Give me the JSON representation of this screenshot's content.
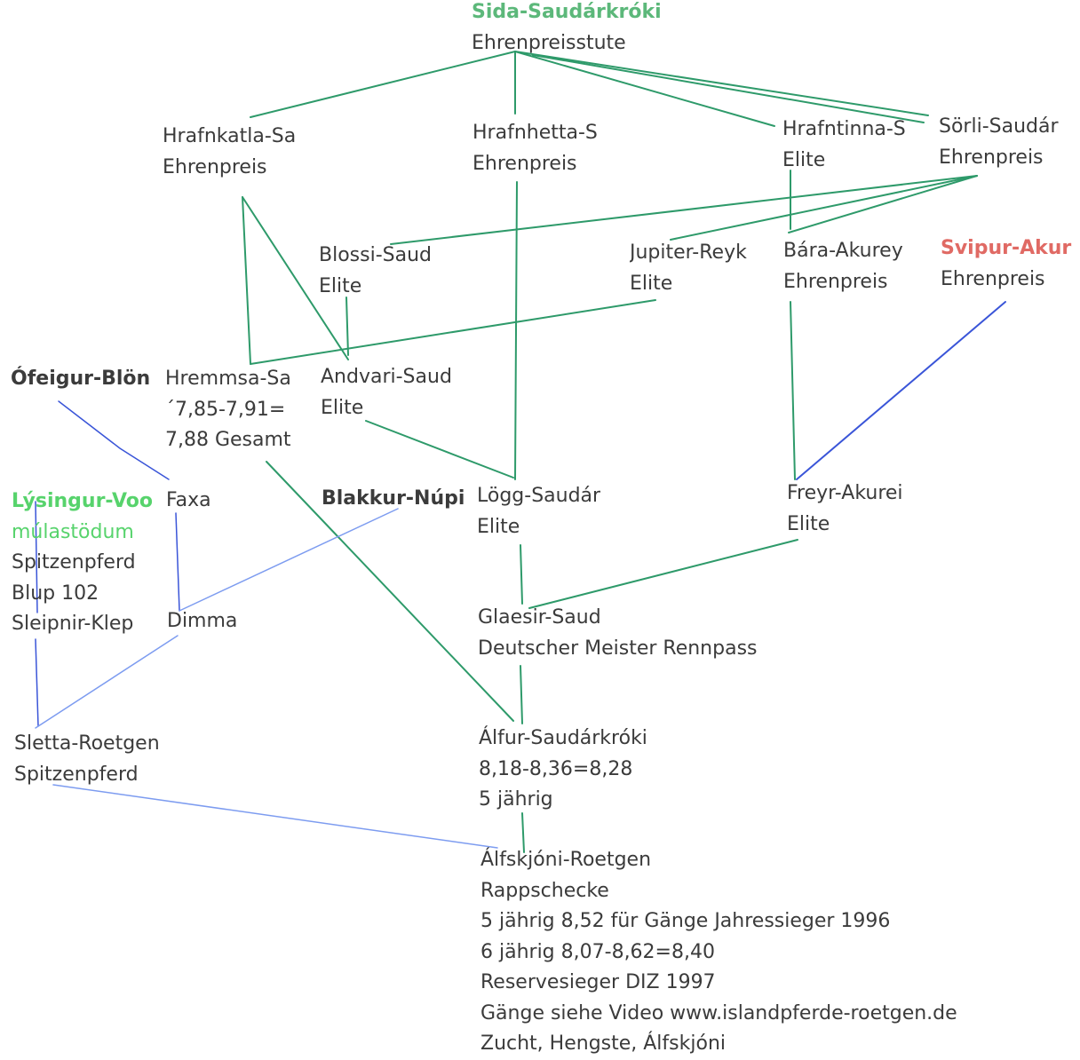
{
  "nodes": {
    "sida": {
      "name": "Sida-Saudárkróki",
      "l2": "Ehrenpreisstute"
    },
    "hrafnkatla": {
      "name": "Hrafnkatla-Sa",
      "l2": "Ehrenpreis"
    },
    "hrafnhetta": {
      "name": "Hrafnhetta-S",
      "l2": "Ehrenpreis"
    },
    "hrafntinna": {
      "name": "Hrafntinna-S",
      "l2": "Elite"
    },
    "sorli": {
      "name": "Sörli-Saudár",
      "l2": "Ehrenpreis"
    },
    "blossi": {
      "name": "Blossi-Saud",
      "l2": "Elite"
    },
    "jupiter": {
      "name": "Jupiter-Reyk",
      "l2": "Elite"
    },
    "bara": {
      "name": "Bára-Akurey",
      "l2": "Ehrenpreis"
    },
    "svipur": {
      "name": "Svipur-Akur",
      "l2": "Ehrenpreis"
    },
    "ofeigur": {
      "name": "Ófeigur-Blön"
    },
    "hremmsa": {
      "name": "Hremmsa-Sa",
      "l2": "´7,85-7,91=",
      "l3": "7,88 Gesamt"
    },
    "andvari": {
      "name": "Andvari-Saud",
      "l2": "Elite"
    },
    "lysingur": {
      "name": "Lýsingur-Voo",
      "l2": "múlastödum",
      "l3": "Spitzenpferd",
      "l4": "Blup 102",
      "l5": "Sleipnir-Klep"
    },
    "faxa": {
      "name": "Faxa"
    },
    "blakkur": {
      "name": "Blakkur-Núpi"
    },
    "logg": {
      "name": "Lögg-Saudár",
      "l2": "Elite"
    },
    "freyr": {
      "name": "Freyr-Akurei",
      "l2": "Elite"
    },
    "dimma": {
      "name": "Dimma"
    },
    "glaesir": {
      "name": "Glaesir-Saud",
      "l2": "Deutscher Meister Rennpass"
    },
    "sletta": {
      "name": "Sletta-Roetgen",
      "l2": "Spitzenpferd"
    },
    "alfur": {
      "name": "Álfur-Saudárkróki",
      "l2": "8,18-8,36=8,28",
      "l3": "5 jährig"
    },
    "alfskjoni": {
      "name": "Álfskjóni-Roetgen",
      "l2": "Rappschecke",
      "l3": "5 jährig 8,52 für Gänge Jahressieger 1996",
      "l4": "6 jährig 8,07-8,62=8,40",
      "l5": "Reservesieger DIZ 1997",
      "l6": "Gänge siehe Video www.islandpferde-roetgen.de",
      "l7": "Zucht, Hengste, Álfskjóni"
    }
  },
  "colors": {
    "text": "#3b3b3b",
    "green_line": "#2e9a6a",
    "blue_line": "#3a55d8",
    "light_blue_line": "#7d9cf0",
    "name_green": "#5cb87a",
    "name_light_green": "#57d36c",
    "name_red": "#e06a64"
  }
}
